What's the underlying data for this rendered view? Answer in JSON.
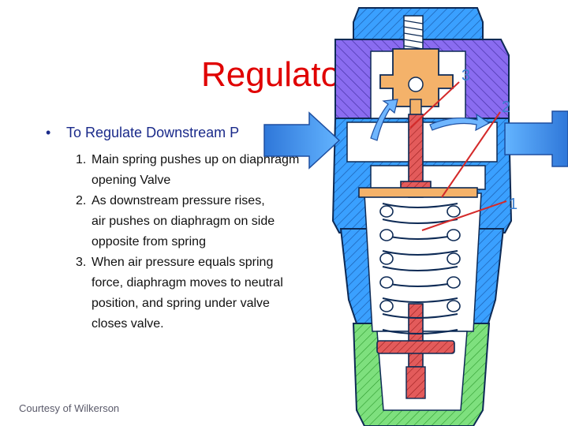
{
  "title": "Regulato",
  "bullet": "To Regulate Downstream P",
  "steps": [
    {
      "num": "1.",
      "lines": [
        "Main spring pushes up on diaphragm",
        "opening Valve"
      ]
    },
    {
      "num": "2.",
      "lines": [
        "As downstream pressure rises,",
        "air pushes on diaphragm on side",
        "opposite from spring"
      ]
    },
    {
      "num": "3.",
      "lines": [
        "When air pressure equals spring",
        "force, diaphragm moves to neutral",
        "position, and spring under valve",
        "closes valve."
      ]
    }
  ],
  "courtesy": "Courtesy of Wilkerson",
  "callouts": [
    "3",
    "2",
    "1"
  ],
  "colors": {
    "title": "#e00000",
    "bullet": "#1a2a8a",
    "body_blue": "#3aa0ff",
    "hatch_purple": "#8a6cf0",
    "bowl_green": "#7ee07e",
    "stem_red": "#e35b5b",
    "poppet_orange": "#f4b26a",
    "arrow_blue": "#2e6fd6",
    "callout_line": "#d42a2a"
  }
}
